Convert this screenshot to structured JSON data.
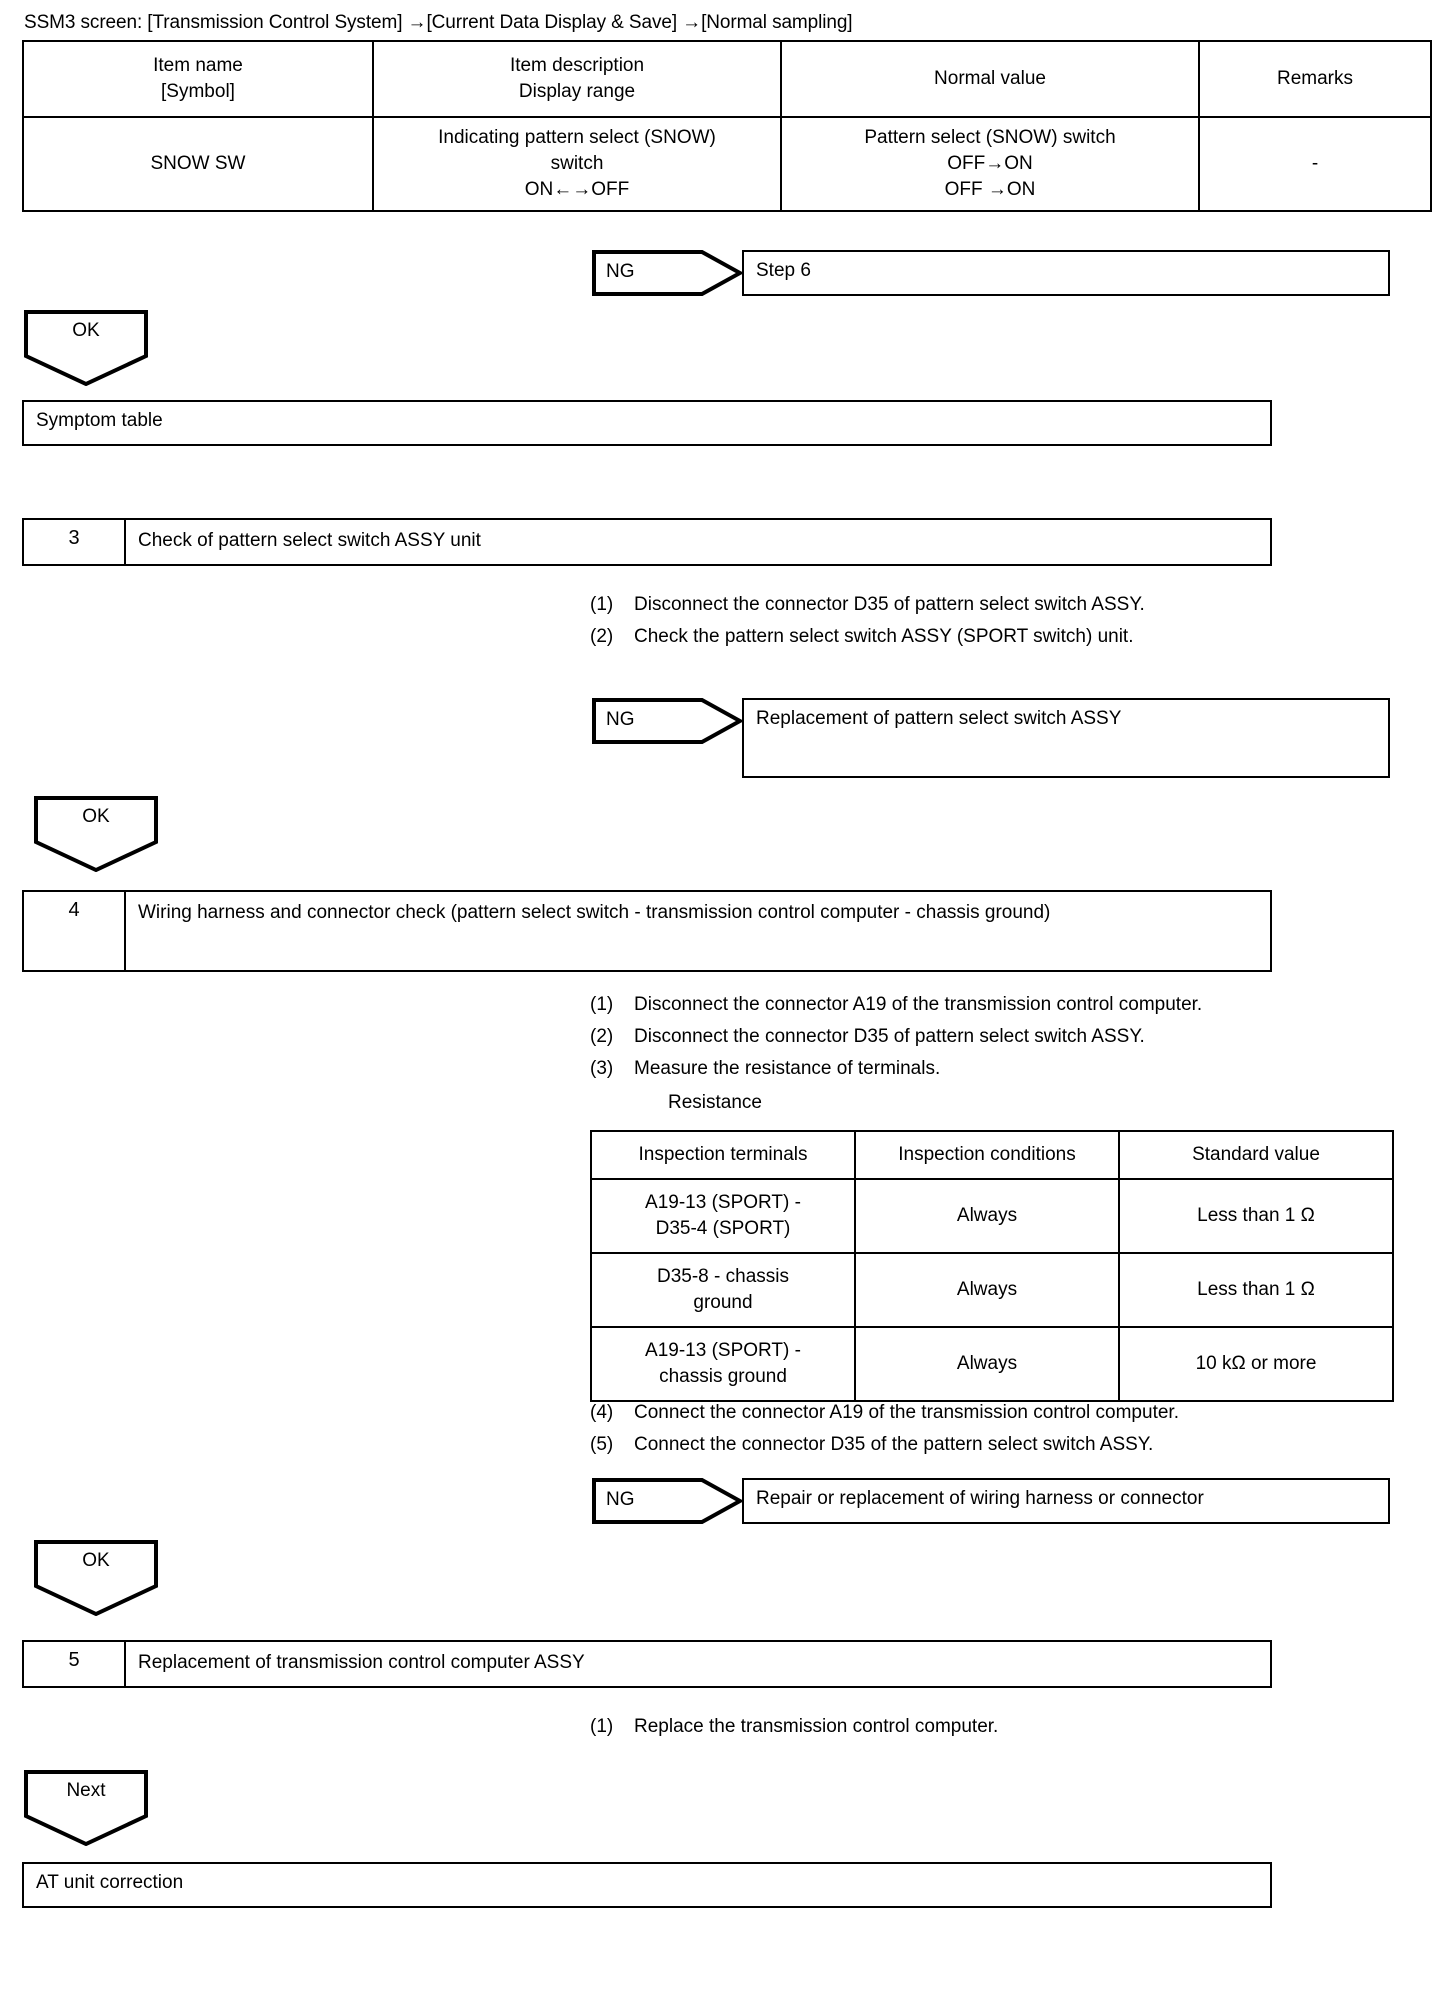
{
  "heading": "SSM3 screen: [Transmission Control System] →[Current Data Display & Save] →[Normal sampling]",
  "data_table": {
    "headers": [
      "Item name\n[Symbol]",
      "Item description\nDisplay range",
      "Normal value",
      "Remarks"
    ],
    "header_lines": {
      "c1_l1": "Item name",
      "c1_l2": "[Symbol]",
      "c2_l1": "Item description",
      "c2_l2": "Display range",
      "c3": "Normal value",
      "c4": "Remarks"
    },
    "rows": [
      {
        "item_name": "SNOW SW",
        "description_l1": "Indicating pattern select (SNOW)",
        "description_l2": "switch",
        "description_l3": "ON←→OFF",
        "normal_l1": "Pattern select (SNOW) switch",
        "normal_l2": "OFF→ON",
        "normal_l3": "OFF →ON",
        "remarks": "-"
      }
    ]
  },
  "flow": {
    "ng_label": "NG",
    "ok_label": "OK",
    "next_label": "Next",
    "step6_box": "Step 6",
    "symptom_table_box": "Symptom table",
    "replacement_switch_box": "Replacement of pattern select switch ASSY",
    "repair_harness_box": "Repair or replacement of wiring harness or connector",
    "at_unit_box": "AT unit correction"
  },
  "steps": [
    {
      "number": "3",
      "title": "Check of pattern select switch ASSY unit",
      "instructions": [
        {
          "idx": "(1)",
          "text": "Disconnect the connector D35 of pattern select switch ASSY."
        },
        {
          "idx": "(2)",
          "text": "Check the pattern select switch ASSY (SPORT switch) unit."
        }
      ]
    },
    {
      "number": "4",
      "title": "Wiring harness and connector check (pattern select switch - transmission control computer - chassis ground)",
      "instructions_before": [
        {
          "idx": "(1)",
          "text": "Disconnect the connector A19 of the transmission control computer."
        },
        {
          "idx": "(2)",
          "text": "Disconnect the connector D35 of pattern select switch ASSY."
        },
        {
          "idx": "(3)",
          "text": "Measure the resistance of terminals."
        }
      ],
      "sub_label": "Resistance",
      "instructions_after": [
        {
          "idx": "(4)",
          "text": "Connect the connector A19 of the transmission control computer."
        },
        {
          "idx": "(5)",
          "text": "Connect the connector D35 of the pattern select switch ASSY."
        }
      ]
    },
    {
      "number": "5",
      "title": "Replacement of transmission control computer ASSY",
      "instructions": [
        {
          "idx": "(1)",
          "text": "Replace the transmission control computer."
        }
      ]
    }
  ],
  "resistance_table": {
    "headers": [
      "Inspection terminals",
      "Inspection conditions",
      "Standard value"
    ],
    "rows": [
      {
        "terminals_l1": "A19-13 (SPORT) -",
        "terminals_l2": "D35-4 (SPORT)",
        "conditions": "Always",
        "standard": "Less than 1 Ω"
      },
      {
        "terminals_l1": "D35-8 - chassis",
        "terminals_l2": "ground",
        "conditions": "Always",
        "standard": "Less than 1 Ω"
      },
      {
        "terminals_l1": "A19-13 (SPORT) -",
        "terminals_l2": "chassis ground",
        "conditions": "Always",
        "standard": "10 kΩ or more"
      }
    ]
  }
}
